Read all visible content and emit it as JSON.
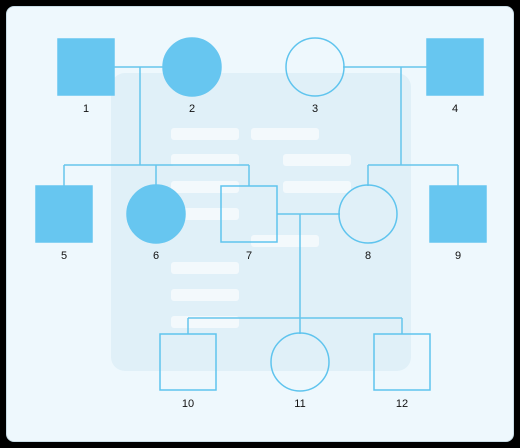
{
  "colors": {
    "background": "#eef8fd",
    "affected_fill": "#67c6f0",
    "outline": "#5fc4ee",
    "line": "#66c5ec",
    "label": "#111111",
    "watermark": "#cfe6f2"
  },
  "pedigree": {
    "individuals": [
      {
        "id": "1",
        "label": "1",
        "sex": "male",
        "affected": true
      },
      {
        "id": "2",
        "label": "2",
        "sex": "female",
        "affected": true
      },
      {
        "id": "3",
        "label": "3",
        "sex": "female",
        "affected": false
      },
      {
        "id": "4",
        "label": "4",
        "sex": "male",
        "affected": true
      },
      {
        "id": "5",
        "label": "5",
        "sex": "male",
        "affected": true
      },
      {
        "id": "6",
        "label": "6",
        "sex": "female",
        "affected": true
      },
      {
        "id": "7",
        "label": "7",
        "sex": "male",
        "affected": false
      },
      {
        "id": "8",
        "label": "8",
        "sex": "female",
        "affected": false
      },
      {
        "id": "9",
        "label": "9",
        "sex": "male",
        "affected": true
      },
      {
        "id": "10",
        "label": "10",
        "sex": "male",
        "affected": false
      },
      {
        "id": "11",
        "label": "11",
        "sex": "female",
        "affected": false
      },
      {
        "id": "12",
        "label": "12",
        "sex": "male",
        "affected": false
      }
    ],
    "couples": [
      {
        "partners": [
          "1",
          "2"
        ],
        "children": [
          "5",
          "6",
          "7"
        ]
      },
      {
        "partners": [
          "3",
          "4"
        ],
        "children": [
          "8",
          "9"
        ]
      },
      {
        "partners": [
          "7",
          "8"
        ],
        "children": [
          "10",
          "11",
          "12"
        ]
      }
    ]
  }
}
